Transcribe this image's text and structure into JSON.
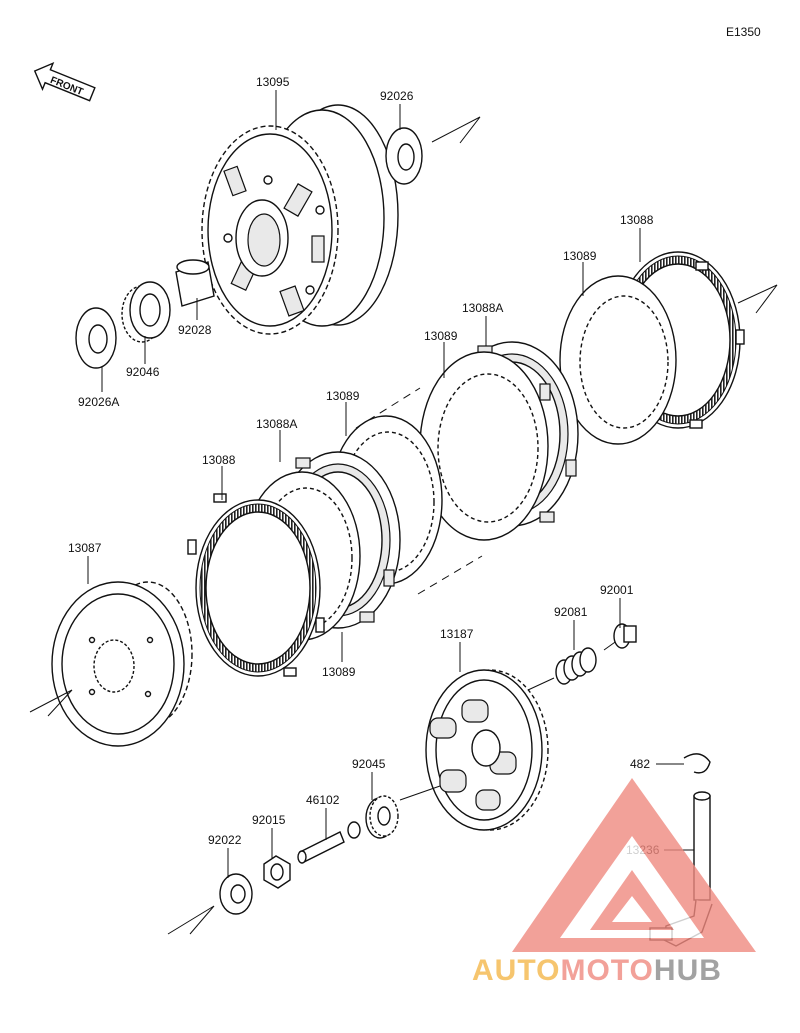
{
  "diagram_code": "E1350",
  "front_label": "FRONT",
  "parts": {
    "p13095": "13095",
    "p92026": "92026",
    "p92028": "92028",
    "p92046": "92046",
    "p92026A": "92026A",
    "p13088_top": "13088",
    "p13089_top": "13089",
    "p13088A_mid": "13088A",
    "p13089_mid": "13089",
    "p13089_left": "13089",
    "p13088A_left": "13088A",
    "p13088_left": "13088",
    "p13087": "13087",
    "p13089_bottom": "13089",
    "p92001": "92001",
    "p92081": "92081",
    "p13187": "13187",
    "p482": "482",
    "p92045": "92045",
    "p46102": "46102",
    "p92015": "92015",
    "p92022": "92022",
    "p13236": "13236"
  },
  "watermark": {
    "part1": "AUTO",
    "part2": "MOTO",
    "part3": "HUB",
    "color_red": "#f08a80",
    "color_orange": "#f4b74a",
    "color_gray": "#8c8c8c"
  }
}
